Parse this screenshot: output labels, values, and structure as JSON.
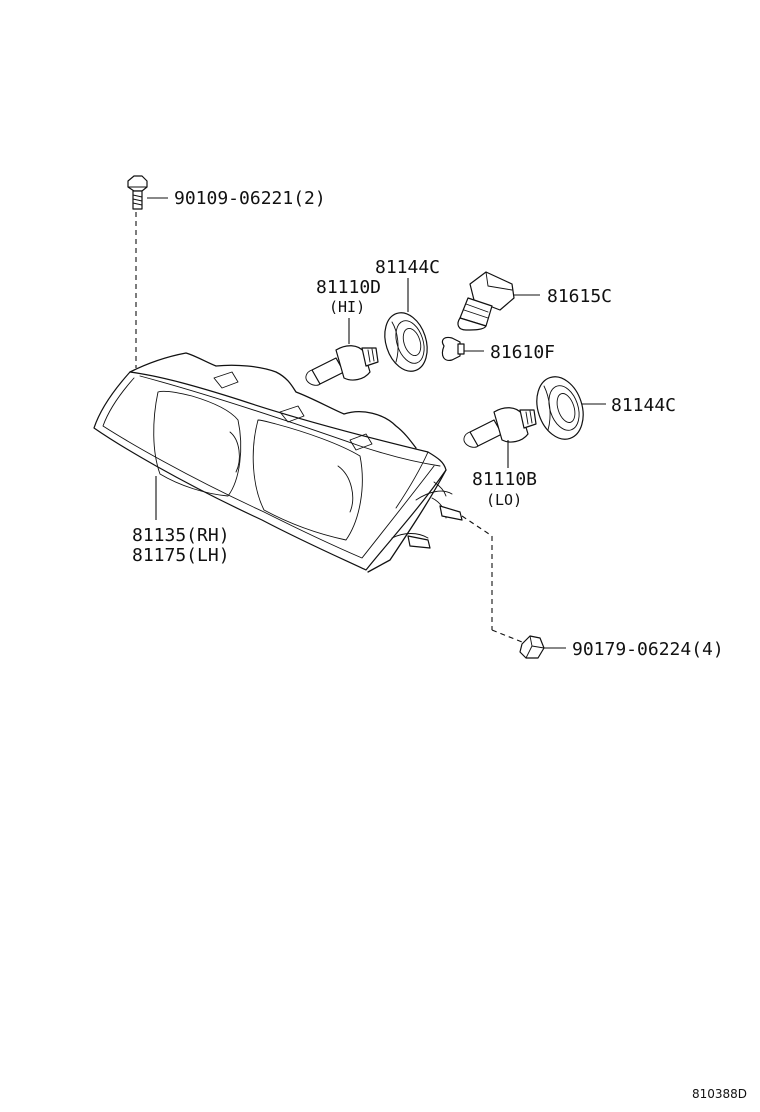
{
  "diagram": {
    "labels": {
      "bolt": "90109-06221(2)",
      "socket_hi": "81144C",
      "bulb_hi_part": "81110D",
      "bulb_hi_note": "(HI)",
      "bulb_front": "81615C",
      "bulb_small": "81610F",
      "socket_lo": "81144C",
      "bulb_lo_part": "81110B",
      "bulb_lo_note": "(LO)",
      "housing_rh": "81135(RH)",
      "housing_lh": "81175(LH)",
      "nut": "90179-06224(4)"
    },
    "diagram_code": "810388D"
  }
}
